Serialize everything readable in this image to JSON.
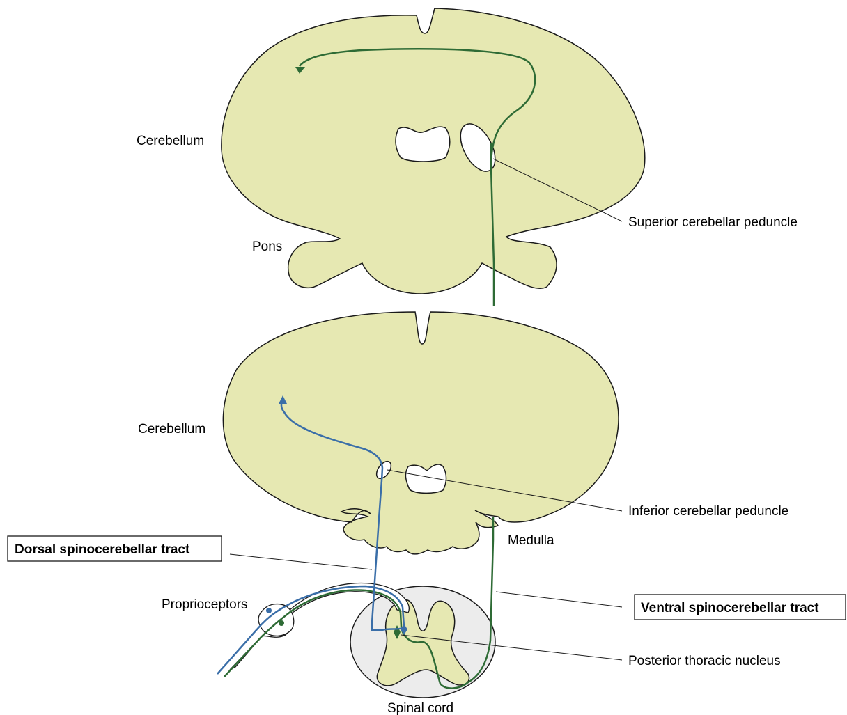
{
  "labels": {
    "cerebellum_top": "Cerebellum",
    "pons": "Pons",
    "superior_peduncle": "Superior cerebellar peduncle",
    "cerebellum_bottom": "Cerebellum",
    "inferior_peduncle": "Inferior cerebellar peduncle",
    "medulla": "Medulla",
    "dorsal_tract": "Dorsal spinocerebellar tract",
    "ventral_tract": "Ventral spinocerebellar tract",
    "proprioceptors": "Proprioceptors",
    "posterior_nucleus": "Posterior thoracic nucleus",
    "spinal_cord": "Spinal cord"
  },
  "colors": {
    "tissue": "#e6e8b2",
    "ventral_tract": "#2e6b35",
    "dorsal_tract": "#3a6ea8",
    "spinal_cord_bg": "#ececec"
  }
}
